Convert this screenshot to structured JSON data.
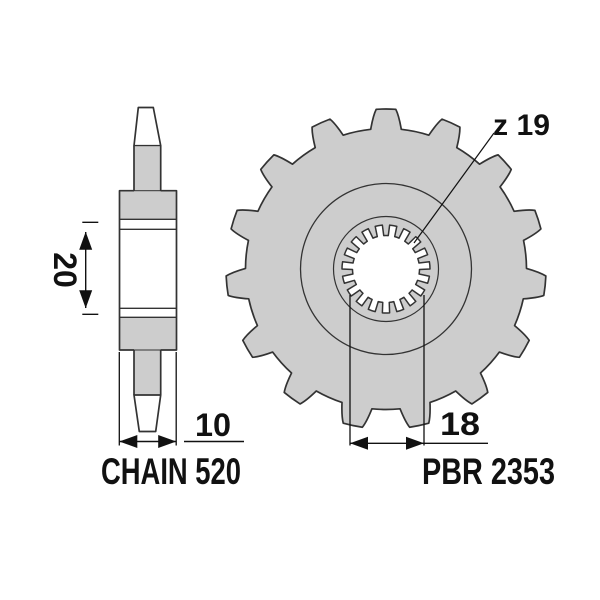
{
  "colors": {
    "body_fill": "#cdcdcd",
    "outline": "#333333",
    "dimension_ink": "#111111"
  },
  "side_view": {
    "plate_height_label": "20",
    "width_label": "10"
  },
  "front_view": {
    "spline_label": "z 19",
    "bore_label": "18"
  },
  "footer": {
    "chain_label": "CHAIN 520",
    "part_label": "PBR 2353"
  }
}
